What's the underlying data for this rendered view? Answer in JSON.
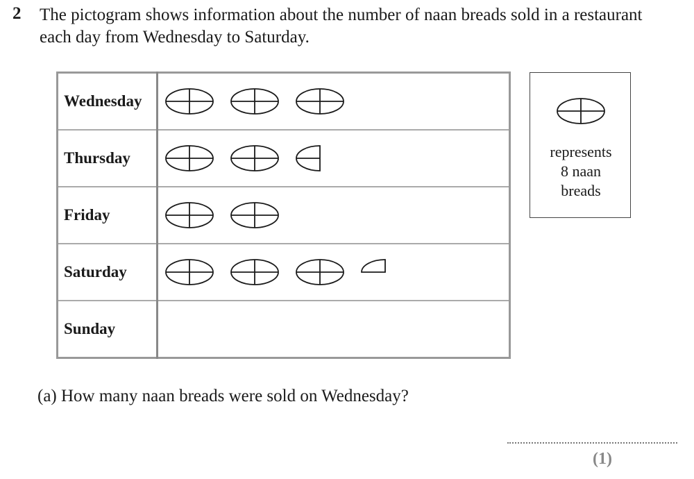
{
  "question": {
    "number": "2",
    "line1": "The pictogram shows information about the number of naan breads sold in a restaurant",
    "line2": "each day from Wednesday to Saturday."
  },
  "chart_data": {
    "type": "table",
    "units_per_symbol": 8,
    "rows": [
      {
        "day": "Wednesday",
        "symbols": 3,
        "fraction_symbols": [
          1,
          1,
          1
        ],
        "naan_breads": 24
      },
      {
        "day": "Thursday",
        "symbols": 2.5,
        "fraction_symbols": [
          1,
          1,
          0.5
        ],
        "naan_breads": 20
      },
      {
        "day": "Friday",
        "symbols": 2,
        "fraction_symbols": [
          1,
          1
        ],
        "naan_breads": 16
      },
      {
        "day": "Saturday",
        "symbols": 3.25,
        "fraction_symbols": [
          1,
          1,
          1,
          0.25
        ],
        "naan_breads": 26
      },
      {
        "day": "Sunday",
        "symbols": null,
        "fraction_symbols": [],
        "naan_breads": null
      }
    ]
  },
  "key": {
    "icon": "naan-bread-icon",
    "line1": "represents",
    "line2": "8 naan",
    "line3": "breads"
  },
  "part_a": {
    "label": "(a)",
    "text": "How many naan breads were sold on Wednesday?",
    "marks": "(1)"
  }
}
